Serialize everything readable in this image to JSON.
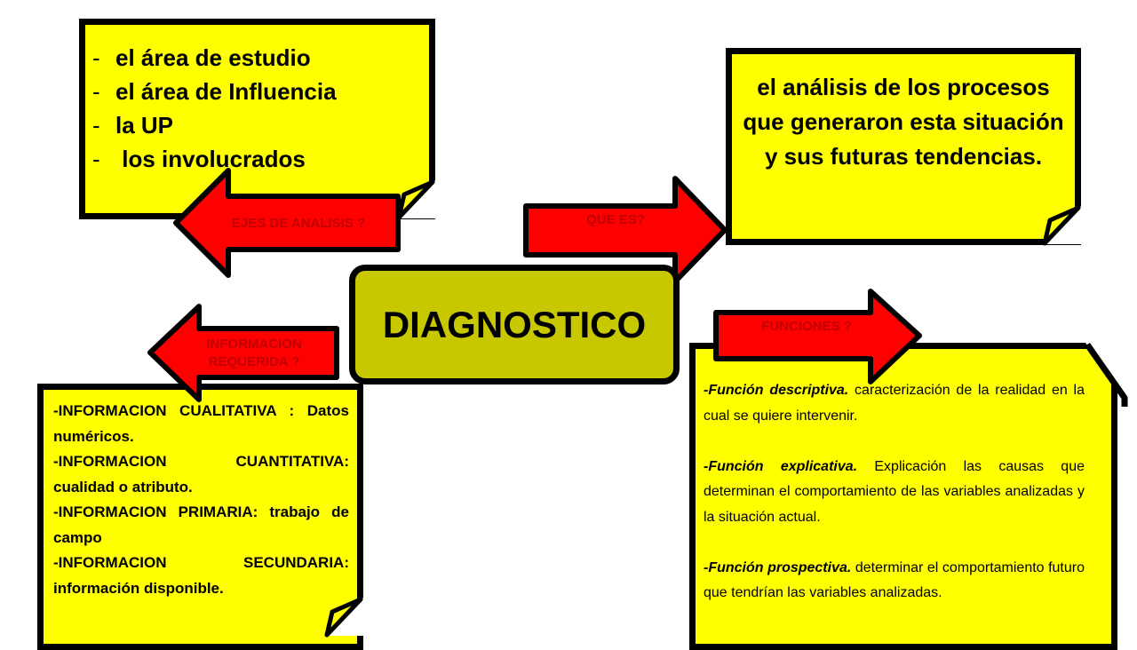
{
  "center": {
    "title": "DIAGNOSTICO"
  },
  "arrows": {
    "ejes": "EJES DE ANALISIS ?",
    "que_es": "QUE ES?",
    "informacion_line1": "INFORMACION",
    "informacion_line2": "REQUERIDA ?",
    "funciones": "FUNCIONES ?"
  },
  "ejes_note": {
    "items": [
      {
        "dash": "-",
        "text": "el área de estudio"
      },
      {
        "dash": "-",
        "text": "el área de Influencia"
      },
      {
        "dash": "-",
        "text": "la UP"
      },
      {
        "dash": "-",
        "text": " los involucrados"
      }
    ]
  },
  "que_es_note": {
    "text": "el análisis de los procesos que generaron esta situación y sus futuras tendencias."
  },
  "informacion_note": {
    "items": [
      "-INFORMACION CUALITATIVA : Datos numéricos.",
      "-INFORMACION CUANTITATIVA: cualidad o atributo.",
      "-INFORMACION PRIMARIA: trabajo de campo",
      "-INFORMACION SECUNDARIA: información disponible."
    ]
  },
  "funciones_note": {
    "items": [
      {
        "title": "-Función descriptiva.",
        "text": " caracterización de la realidad en la cual se quiere intervenir."
      },
      {
        "title": "-Función explicativa.",
        "text": " Explicación las causas que determinan el comportamiento de las variables analizadas y la situación actual."
      },
      {
        "title": "-Función prospectiva.",
        "text": " determinar el comportamiento futuro que tendrían las variables analizadas."
      }
    ]
  },
  "colors": {
    "note_fill": "#ffff00",
    "center_fill": "#c8c800",
    "arrow_fill": "#ff0000",
    "arrow_text": "#c00000",
    "outline": "#000000"
  }
}
